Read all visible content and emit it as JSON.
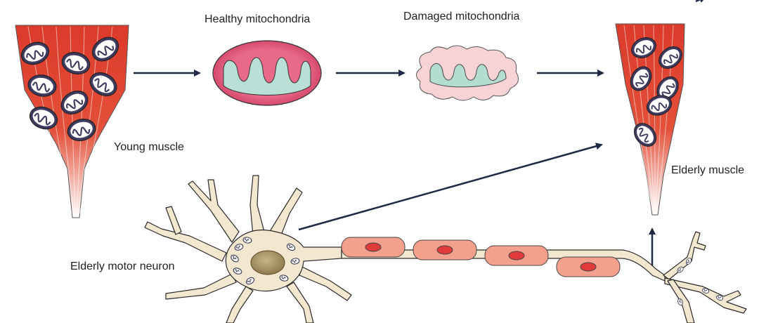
{
  "labels": {
    "healthy_mitochondria": "Healthy mitochondria",
    "damaged_mitochondria": "Damaged mitochondria",
    "young_muscle": "Young muscle",
    "elderly_muscle": "Elderly muscle",
    "elderly_motor_neuron": "Elderly motor neuron"
  },
  "colors": {
    "muscle": "#dc3a2a",
    "muscle_light": "#f6c8b8",
    "mito_outer": "#c8325a",
    "mito_inner": "#b8e0d6",
    "damaged_outer": "#f4c8cc",
    "neuron_body": "#f3e8cf",
    "neuron_outline": "#2a2a2a",
    "nucleus": "#a89466",
    "myelin": "#f3a08c",
    "arrow": "#1c2a44"
  }
}
